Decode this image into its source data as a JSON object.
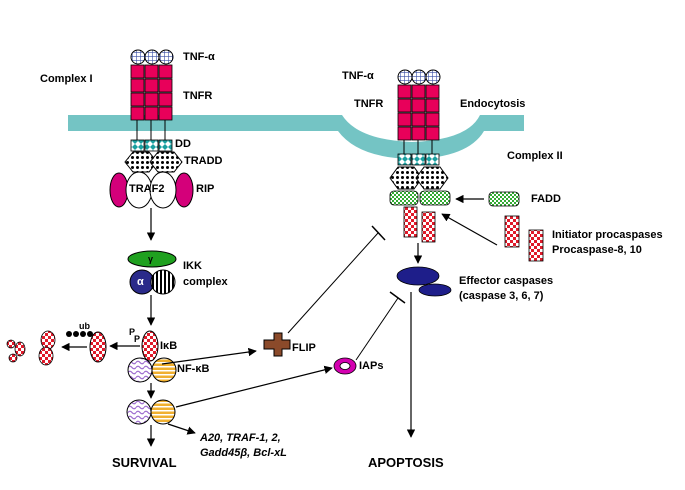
{
  "labels": {
    "complex_i": "Complex I",
    "complex_ii": "Complex II",
    "tnf_alpha_left": "TNF-α",
    "tnfr_left": "TNFR",
    "dd": "DD",
    "tradd": "TRADD",
    "traf2": "TRAF2",
    "rip": "RIP",
    "tnf_alpha_right": "TNF-α",
    "tnfr_right": "TNFR",
    "endocytosis": "Endocytosis",
    "fadd": "FADD",
    "initiator_line1": "Initiator procaspases",
    "initiator_line2": "Procaspase-8, 10",
    "effector_line1": "Effector caspases",
    "effector_line2": "(caspase 3, 6, 7)",
    "ikk_line1": "IKK",
    "ikk_line2": "complex",
    "gamma": "γ",
    "alpha": "α",
    "ub": "ub",
    "p_top": "P",
    "p_bottom": "P",
    "ikb": "IκB",
    "nfkb": "NF-κB",
    "flip": "FLIP",
    "iaps": "IAPs",
    "genes_line1": "A20, TRAF-1, 2,",
    "genes_line2": "Gadd45β, Bcl-xL",
    "survival": "SURVIVAL",
    "apoptosis": "APOPTOSIS"
  },
  "colors": {
    "membrane": "#74c4c4",
    "tnfr": "#e8005a",
    "tnf_ligand": "#4a5fb5",
    "dd": "#1aa0a0",
    "traf_rip": "#d4007a",
    "fadd": "#33aa33",
    "caspase_red": "#e01a2a",
    "effector": "#1e1e8a",
    "ikk_gamma": "#1fa01f",
    "ikk_alpha": "#2a2a8a",
    "flip": "#8b4a2a",
    "iaps": "#d400b0",
    "nfkb_yellow": "#f0b030",
    "lilac": "#a070d0"
  }
}
